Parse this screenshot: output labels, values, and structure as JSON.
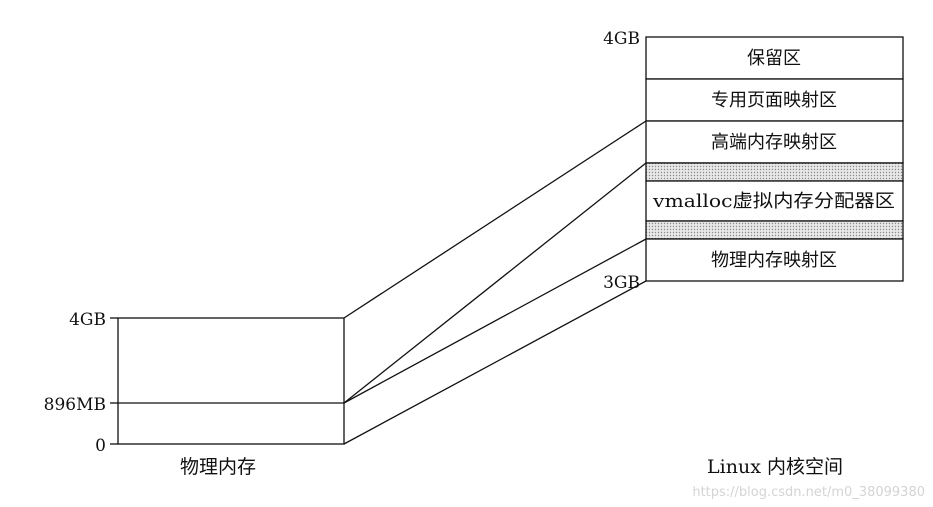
{
  "physical_memory": {
    "caption": "物理内存",
    "tick_top": "4GB",
    "tick_mid": "896MB",
    "tick_bottom": "0"
  },
  "kernel_space": {
    "caption": "Linux 内核空间",
    "tick_top": "4GB",
    "tick_bottom": "3GB",
    "zones": [
      {
        "label": "保留区",
        "kind": "zone"
      },
      {
        "label": "专用页面映射区",
        "kind": "zone"
      },
      {
        "label": "高端内存映射区",
        "kind": "zone"
      },
      {
        "label": "",
        "kind": "gap"
      },
      {
        "label": "vmalloc虚拟内存分配器区",
        "kind": "zone"
      },
      {
        "label": "",
        "kind": "gap"
      },
      {
        "label": "物理内存映射区",
        "kind": "zone"
      }
    ]
  },
  "watermark": "https://blog.csdn.net/m0_38099380",
  "colors": {
    "line": "#111111",
    "gap_fill": "#cfcfcf",
    "text": "#111111",
    "watermark": "#d4d4d4"
  }
}
